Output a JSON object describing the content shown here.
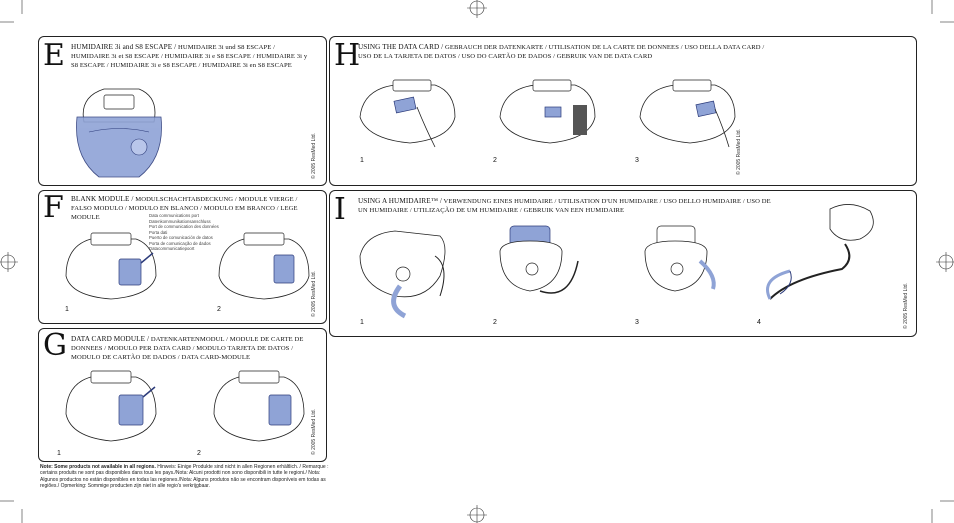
{
  "sections": {
    "E": {
      "letter": "E",
      "title_main": "HUMIDAIRE 3i and S8 ESCAPE /",
      "title_rest": " HUMIDAIRE 3i und S8 ESCAPE / HUMIDAIRE 3i et S8 ESCAPE / HUMIDAIRE 3i e S8 ESCAPE / HUMIDAIRE 3i y S8 ESCAPE / HUMIDAIRE 3i e S8 ESCAPE / HUMIDAIRE 3i en S8 ESCAPE",
      "copyright": "© 2005 ResMed Ltd."
    },
    "F": {
      "letter": "F",
      "title_main": "BLANK MODULE /",
      "title_rest": " MODULSCHACHTABDECKUNG / MODULE VIERGE / FALSO MODULO / MODULO EN BLANCO / MODULO EM BRANCO / LEGE MODULE",
      "callout": [
        "Data communications port",
        "Datenkommunikationsanschluss",
        "Port de communication des données",
        "Porta dati",
        "Puerto de comunicación de datos",
        "Porta de comunicação de dados",
        "Datacommunicatiepoort"
      ],
      "steps": [
        "1",
        "2"
      ],
      "copyright": "© 2005 ResMed Ltd."
    },
    "G": {
      "letter": "G",
      "title_main": "DATA CARD MODULE /",
      "title_rest": " DATENKARTENMODUL / MODULE DE CARTE DE DONNEES / MODULO PER DATA CARD / MODULO TARJETA DE DATOS / MODULO DE CARTÃO DE DADOS / DATA CARD-MODULE",
      "steps": [
        "1",
        "2"
      ],
      "copyright": "© 2005 ResMed Ltd."
    },
    "H": {
      "letter": "H",
      "title_main": "USING THE DATA CARD /",
      "title_rest": " GEBRAUCH DER DATENKARTE / UTILISATION DE LA CARTE DE DONNEES / USO DELLA DATA CARD / USO DE LA TARJETA DE DATOS / USO DO CARTÃO DE DADOS / GEBRUIK VAN DE DATA CARD",
      "steps": [
        "1",
        "2",
        "3"
      ],
      "copyright": "© 2005 ResMed Ltd."
    },
    "I": {
      "letter": "I",
      "title_main": "USING A HUMIDAIRE™ /",
      "title_rest": " VERWENDUNG EINES HUMIDAIRE / UTILISATION D'UN HUMIDAIRE / USO DELLO HUMIDAIRE / USO DE UN HUMIDAIRE / UTILIZAÇÃO DE UM HUMIDAIRE / GEBRUIK VAN EEN HUMIDAIRE",
      "steps": [
        "1",
        "2",
        "3",
        "4"
      ],
      "copyright": "© 2005 ResMed Ltd."
    }
  },
  "note": {
    "bold": "Note: Some products not available in all regions.",
    "text": " Hinweis: Einige Produkte sind nicht in allen Regionen erhältlich. / Remarque : certains produits ne sont pas disponibles dans tous les pays./Nota: Alcuni prodotti non sono disponibili in tutte le regioni./ Nota: Algunos productos no están disponibles en todas las regiones./Nota: Alguns produtos não se encontram disponíveis em todas as regiões./ Opmerking: Sommige producten zijn niet in alle regio's verkrijgbaar."
  },
  "colors": {
    "accent": "#8fa3d6",
    "accent_dark": "#4a5fa8",
    "line": "#222222"
  }
}
